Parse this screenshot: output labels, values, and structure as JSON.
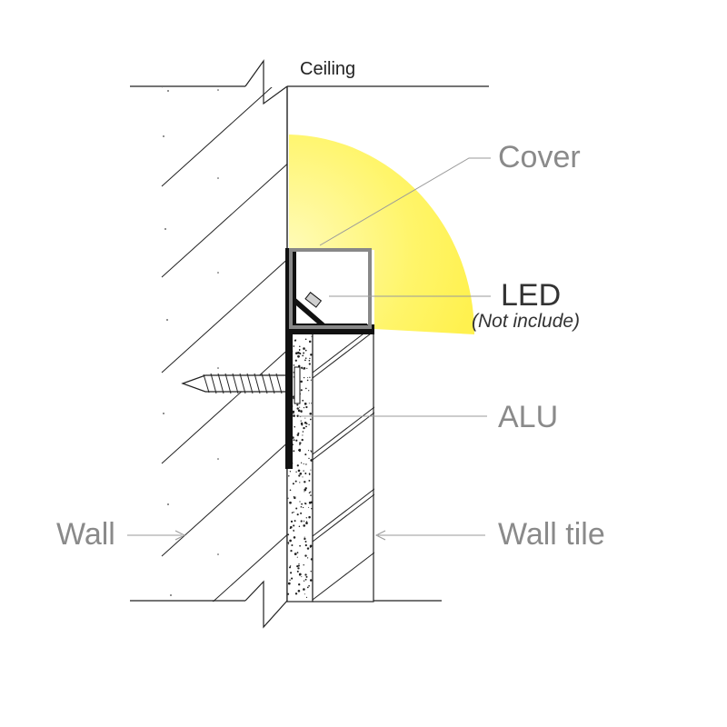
{
  "labels": {
    "ceiling": "Ceiling",
    "cover": "Cover",
    "led": "LED",
    "led_note": "(Not include)",
    "alu": "ALU",
    "wall": "Wall",
    "wall_tile": "Wall tile"
  },
  "colors": {
    "light_glow": "#fff56a",
    "profile": "#111111",
    "cover_frame": "#888888",
    "leader_line": "#9a9a9a",
    "label_text": "#8a8a8a"
  }
}
